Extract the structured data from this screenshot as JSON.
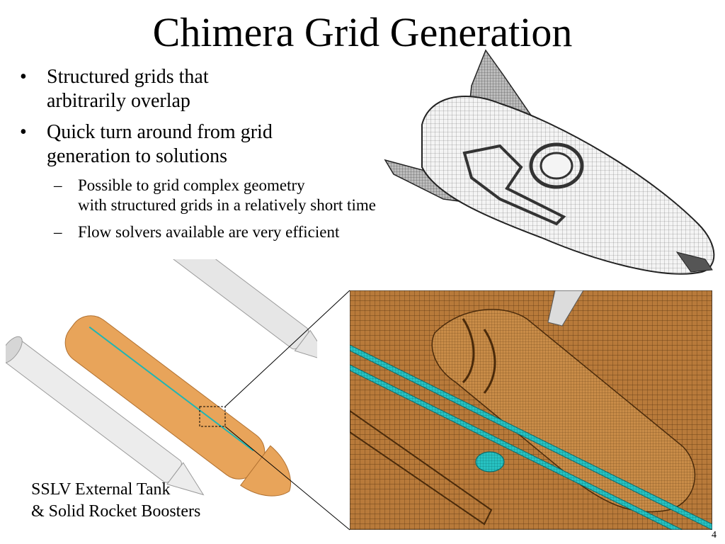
{
  "slide": {
    "title": "Chimera Grid Generation",
    "bullets": [
      {
        "text": "Structured grids that\narbitrarily overlap"
      },
      {
        "text": "Quick turn around from grid\ngeneration to solutions"
      }
    ],
    "sub_bullets": [
      {
        "text": "Possible to grid complex geometry\nwith structured grids in a relatively short time"
      },
      {
        "text": "Flow solvers available are very efficient"
      }
    ],
    "bullet_marker": "•",
    "sub_bullet_marker": "–",
    "caption": "SSLV External Tank\n& Solid Rocket Boosters",
    "page_number": "4"
  },
  "colors": {
    "tank_orange": "#e8a45a",
    "grid_brown": "#8a5a28",
    "booster_gray": "#e6e6e6",
    "cyan_line": "#1fb5b5"
  }
}
